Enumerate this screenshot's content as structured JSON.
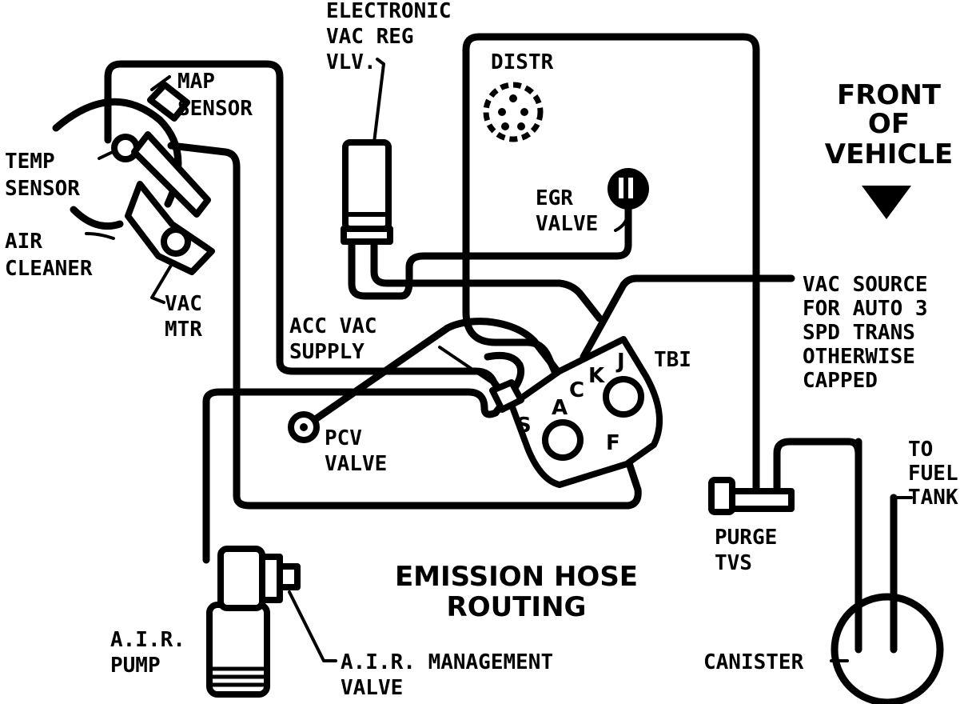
{
  "labels": {
    "electronic_vac_reg_vlv": [
      "ELECTRONIC",
      "VAC REG",
      "VLV."
    ],
    "map_sensor": [
      "MAP",
      "SENSOR"
    ],
    "temp_sensor": [
      "TEMP",
      "SENSOR"
    ],
    "air_cleaner": [
      "AIR",
      "CLEANER"
    ],
    "vac_mtr": [
      "VAC",
      "MTR"
    ],
    "distr": "DISTR",
    "egr_valve": [
      "EGR",
      "VALVE"
    ],
    "front_of_vehicle": [
      "FRONT",
      "OF",
      "VEHICLE"
    ],
    "vac_source": [
      "VAC SOURCE",
      "FOR AUTO 3",
      "SPD TRANS",
      "OTHERWISE",
      "CAPPED"
    ],
    "acc_vac_supply": [
      "ACC VAC",
      "SUPPLY"
    ],
    "tbi": "TBI",
    "pcv_valve": [
      "PCV",
      "VALVE"
    ],
    "purge_tvs": [
      "PURGE",
      "TVS"
    ],
    "to_fuel_tank": [
      "TO",
      "FUEL",
      "TANK"
    ],
    "title": [
      "EMISSION HOSE",
      "ROUTING"
    ],
    "air_pump": [
      "A.I.R.",
      "PUMP"
    ],
    "air_management_valve": [
      "A.I.R. MANAGEMENT",
      "VALVE"
    ],
    "canister": "CANISTER"
  },
  "tbi_ports": {
    "a": "A",
    "c": "C",
    "k": "K",
    "j": "J",
    "s": "S",
    "f": "F"
  }
}
